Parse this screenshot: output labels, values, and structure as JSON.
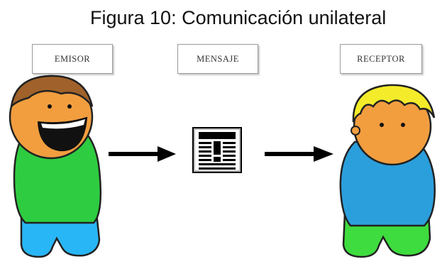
{
  "caption": "Figura 10: Comunicación unilateral",
  "labels": {
    "sender": "EMISOR",
    "message": "MENSAJE",
    "receiver": "RECEPTOR"
  },
  "colors": {
    "sender_shirt": "#2ecc40",
    "sender_pants": "#29b6f6",
    "sender_hair": "#a0622a",
    "receiver_shirt": "#2b9fdc",
    "receiver_pants": "#3edc3e",
    "receiver_hair": "#f4ec2a",
    "skin": "#f29e3f"
  },
  "icons": [
    "sender-figure",
    "arrow-right-icon",
    "message-document-icon",
    "receiver-figure"
  ]
}
